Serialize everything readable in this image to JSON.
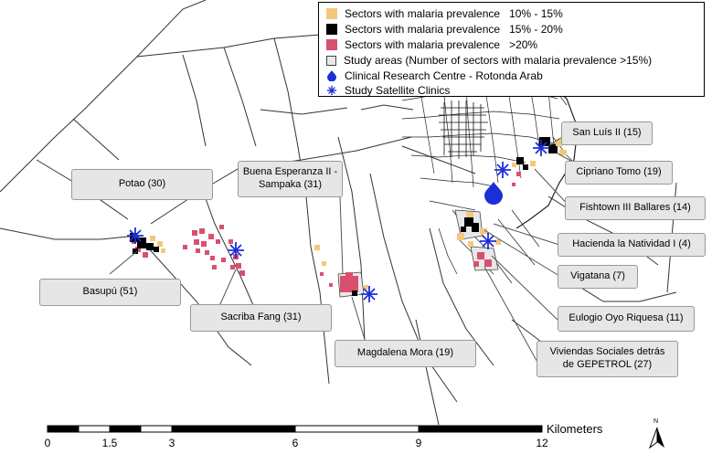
{
  "legend": {
    "items": [
      {
        "swatch": "square",
        "color": "#f5c77e",
        "label": "Sectors with malaria prevalence",
        "range": "10% - 15%"
      },
      {
        "swatch": "square",
        "color": "#000000",
        "label": "Sectors with malaria prevalence",
        "range": "15% - 20%"
      },
      {
        "swatch": "square",
        "color": "#d9506e",
        "label": "Sectors with malaria prevalence",
        "range": ">20%"
      },
      {
        "swatch": "box",
        "color": "#e8e8e8",
        "label": "Study areas (Number of sectors with malaria prevalence >15%)",
        "range": ""
      },
      {
        "swatch": "teardrop",
        "color": "#1c2fd6",
        "label": "Clinical Research Centre - Rotonda Arab",
        "range": ""
      },
      {
        "swatch": "star",
        "color": "#1c2fd6",
        "label": "Study Satellite Clinics",
        "range": ""
      }
    ]
  },
  "callouts": {
    "potao": "Potao (30)",
    "buena_line1": "Buena Esperanza II -",
    "buena_line2": "Sampaka (31)",
    "basupu": "Basupú  (51)",
    "sacriba": "Sacriba Fang (31)",
    "magdalena": "Magdalena Mora (19)",
    "san_luis": "San Luís II (15)",
    "cipriano": "Cipriano Tomo (19)",
    "fishtown": "Fishtown III Ballares (14)",
    "hacienda": "Hacienda la Natividad I (4)",
    "vigatana": "Vigatana (7)",
    "eulogio": "Eulogio Oyo Riquesa (11)",
    "viviendas_line1": "Viviendas Sociales detrás",
    "viviendas_line2": "de GEPETROL (27)"
  },
  "scale_bar": {
    "unit": "Kilometers",
    "ticks": [
      "0",
      "1.5",
      "3",
      "6",
      "9",
      "12"
    ]
  },
  "north_arrow": {
    "label": "N"
  },
  "colors": {
    "low": "#f5c77e",
    "mid": "#000000",
    "high": "#d9506e",
    "clinic": "#1c2fd6"
  }
}
